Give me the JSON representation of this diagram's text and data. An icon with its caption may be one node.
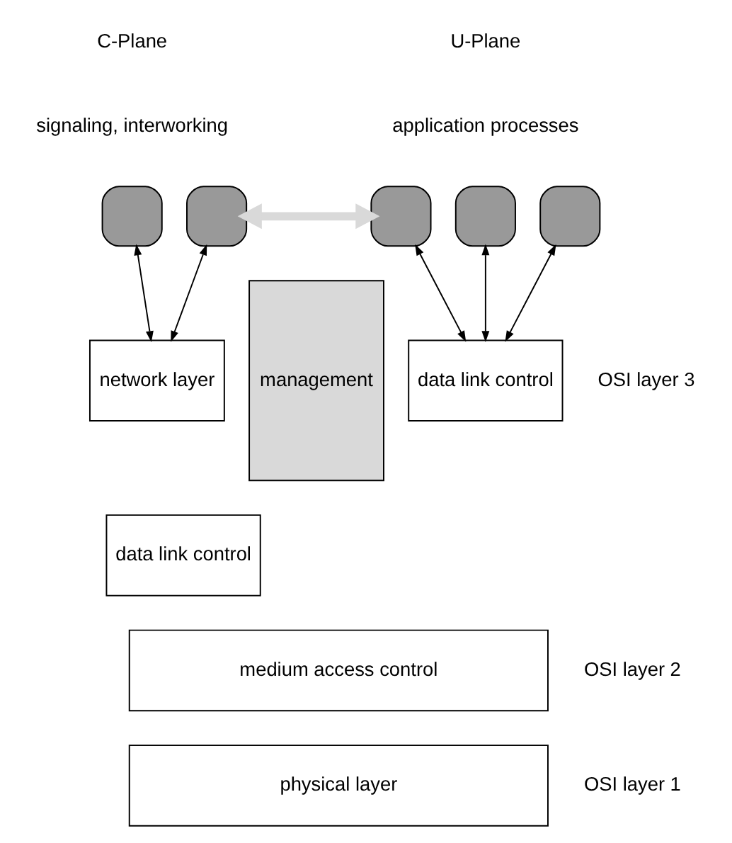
{
  "diagram": {
    "nodes": [
      {
        "text": [],
        "shape": "box"
      },
      {
        "text": [],
        "shape": "box"
      },
      {
        "text": [],
        "shape": "box"
      },
      {
        "text": [],
        "shape": "box"
      },
      {
        "text": [],
        "shape": "box"
      },
      {
        "text": [
          "management"
        ]
      },
      {
        "text": [
          "network layer"
        ]
      },
      {
        "text": [
          "data link control"
        ]
      },
      {
        "text": [
          "data link control"
        ]
      },
      {
        "text": [
          "medium access control"
        ]
      },
      {
        "text": [
          "physical layer"
        ]
      }
    ],
    "edges": [
      {
        "from": 0,
        "to": 6,
        "arrow": "both"
      },
      {
        "from": 1,
        "to": 6,
        "arrow": "both"
      },
      {
        "from": 1,
        "to": 2,
        "arrow": "both",
        "style": "thick",
        "color": "#d9d9d9"
      },
      {
        "from": 2,
        "to": 8,
        "arrow": "both"
      },
      {
        "from": 3,
        "to": 8,
        "arrow": "both"
      },
      {
        "from": 4,
        "to": 8,
        "arrow": "both"
      }
    ],
    "labels": [
      "C-Plane",
      "signaling, interworking",
      "U-Plane",
      "application processes",
      "OSI layer 3",
      "OSI layer 2",
      "OSI layer 1"
    ]
  }
}
